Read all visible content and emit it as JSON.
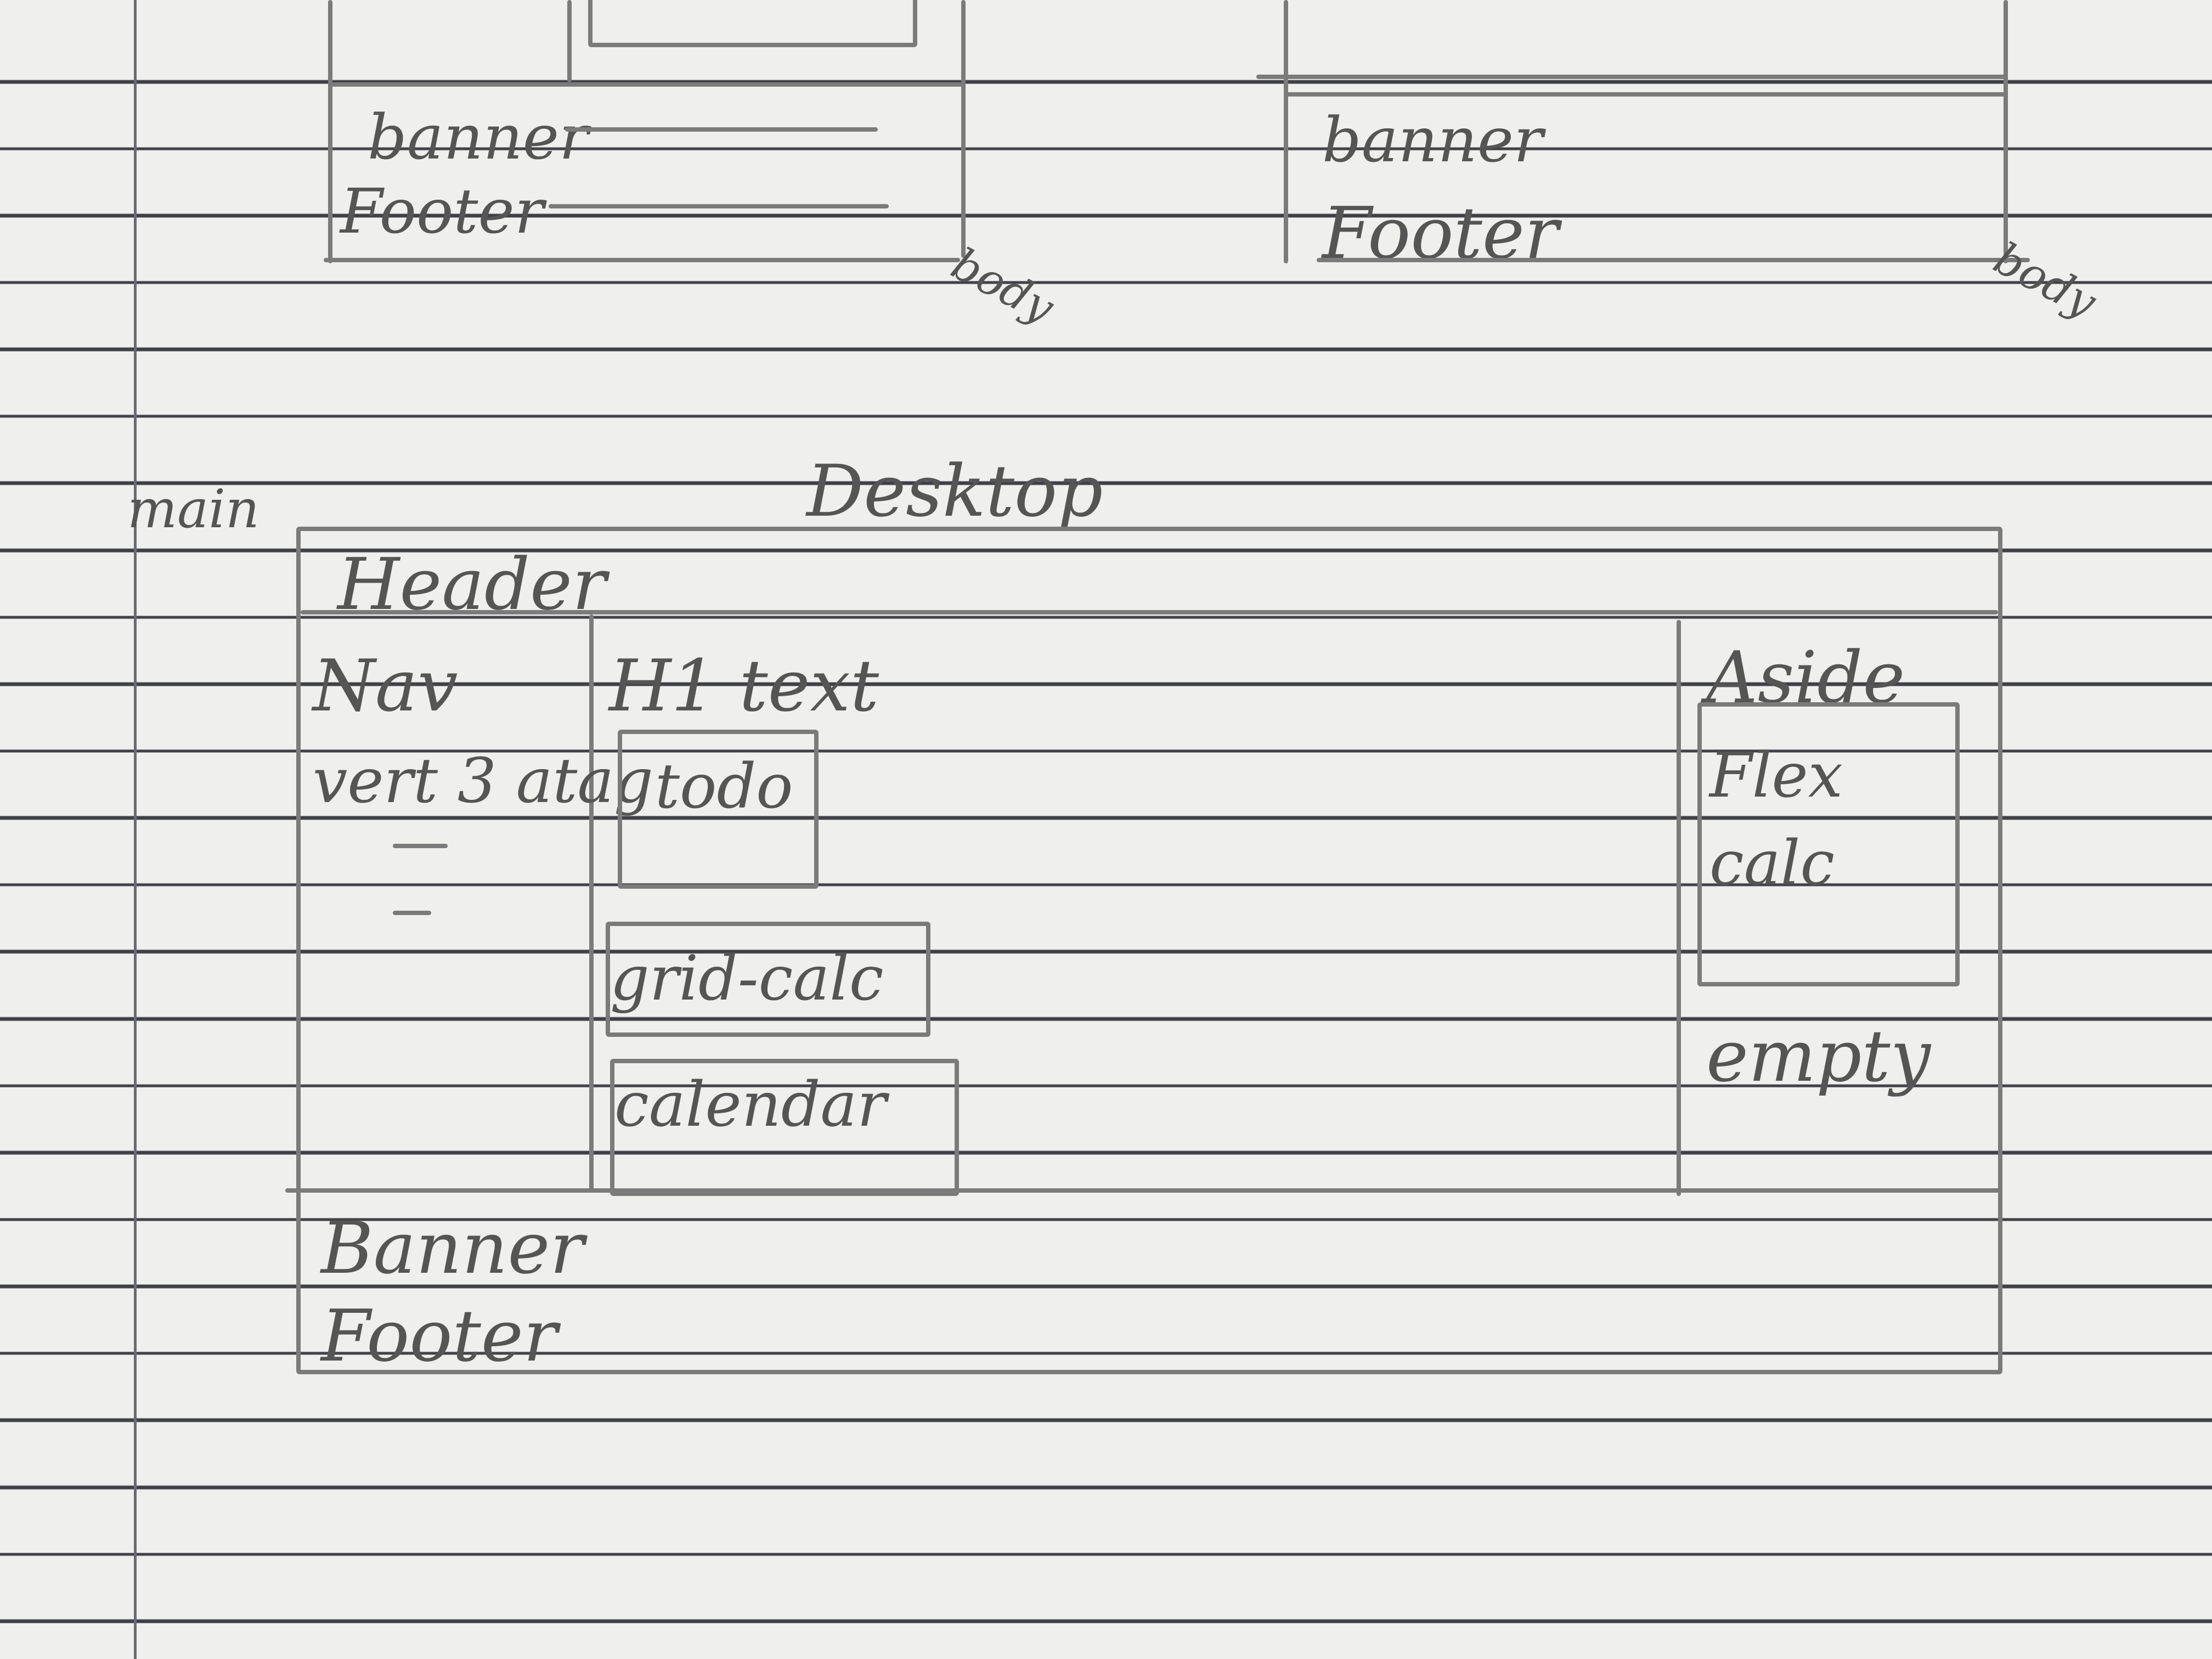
{
  "top_left_sketch": {
    "banner": "banner",
    "footer": "Footer",
    "body": "body"
  },
  "top_right_sketch": {
    "banner": "banner",
    "footer": "Footer",
    "body": "body"
  },
  "desktop_sketch": {
    "title": "Desktop",
    "main_label": "main",
    "header": "Header",
    "nav": "Nav",
    "nav_note": "vert 3 atag",
    "h1": "H1 text",
    "todo": "todo",
    "grid_calc": "grid-calc",
    "calendar": "calendar",
    "aside": "Aside",
    "aside_flex": "Flex",
    "aside_calc": "calc",
    "aside_empty": "empty",
    "banner": "Banner",
    "footer": "Footer"
  }
}
